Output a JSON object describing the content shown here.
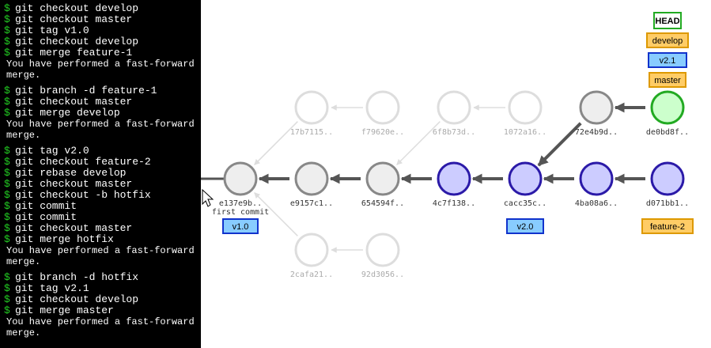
{
  "terminal": {
    "groups": [
      {
        "lines": [
          {
            "kind": "cmd",
            "text": "git checkout develop"
          },
          {
            "kind": "cmd",
            "text": "git checkout master"
          },
          {
            "kind": "cmd",
            "text": "git tag v1.0"
          },
          {
            "kind": "cmd",
            "text": "git checkout develop"
          },
          {
            "kind": "cmd",
            "text": "git merge feature-1"
          },
          {
            "kind": "out",
            "text": "You have performed a fast-forward"
          },
          {
            "kind": "out",
            "text": "merge."
          }
        ]
      },
      {
        "lines": [
          {
            "kind": "cmd",
            "text": "git branch -d feature-1"
          },
          {
            "kind": "cmd",
            "text": "git checkout master"
          },
          {
            "kind": "cmd",
            "text": "git merge develop"
          },
          {
            "kind": "out",
            "text": "You have performed a fast-forward"
          },
          {
            "kind": "out",
            "text": "merge."
          }
        ]
      },
      {
        "lines": [
          {
            "kind": "cmd",
            "text": "git tag v2.0"
          },
          {
            "kind": "cmd",
            "text": "git checkout feature-2"
          },
          {
            "kind": "cmd",
            "text": "git rebase develop"
          },
          {
            "kind": "cmd",
            "text": "git checkout master"
          },
          {
            "kind": "cmd",
            "text": "git checkout -b hotfix"
          },
          {
            "kind": "cmd",
            "text": "git commit"
          },
          {
            "kind": "cmd",
            "text": "git commit"
          },
          {
            "kind": "cmd",
            "text": "git checkout master"
          },
          {
            "kind": "cmd",
            "text": "git merge hotfix"
          },
          {
            "kind": "out",
            "text": "You have performed a fast-forward"
          },
          {
            "kind": "out",
            "text": "merge."
          }
        ]
      },
      {
        "lines": [
          {
            "kind": "cmd",
            "text": "git branch -d hotfix"
          },
          {
            "kind": "cmd",
            "text": "git tag v2.1"
          },
          {
            "kind": "cmd",
            "text": "git checkout develop"
          },
          {
            "kind": "cmd",
            "text": "git merge master"
          },
          {
            "kind": "out",
            "text": "You have performed a fast-forward"
          },
          {
            "kind": "out",
            "text": "merge."
          }
        ]
      }
    ]
  },
  "graph": {
    "colors": {
      "ghost_stroke": "#dddddd",
      "ghost_label": "#aaaaaa",
      "old_stroke": "#888888",
      "old_fill": "#eeeeee",
      "blue_stroke": "#2b1aa8",
      "blue_fill": "#ccccff",
      "green_stroke": "#22aa22",
      "green_fill": "#ccffcc",
      "arrow": "#555555",
      "tag_fill": "#88ccff",
      "tag_stroke": "#1133cc",
      "branch_fill": "#ffcc66",
      "branch_stroke": "#dd9900",
      "head_fill": "#ffffff",
      "head_stroke": "#22aa22"
    },
    "commits": [
      {
        "id": "e137e9b..",
        "style": "old",
        "message": "first commit"
      },
      {
        "id": "e9157c1..",
        "style": "old"
      },
      {
        "id": "654594f..",
        "style": "old"
      },
      {
        "id": "4c7f138..",
        "style": "blue"
      },
      {
        "id": "cacc35c..",
        "style": "blue"
      },
      {
        "id": "4ba08a6..",
        "style": "blue"
      },
      {
        "id": "d071bb1..",
        "style": "blue"
      },
      {
        "id": "72e4b9d..",
        "style": "old"
      },
      {
        "id": "de0bd8f..",
        "style": "green"
      },
      {
        "id": "17b7115..",
        "style": "ghost"
      },
      {
        "id": "f79620e..",
        "style": "ghost"
      },
      {
        "id": "6f8b73d..",
        "style": "ghost"
      },
      {
        "id": "1072a16..",
        "style": "ghost"
      },
      {
        "id": "2cafa21..",
        "style": "ghost"
      },
      {
        "id": "92d3056..",
        "style": "ghost"
      }
    ],
    "edges": [
      {
        "from": "e9157c1..",
        "to": "e137e9b..",
        "style": "strong"
      },
      {
        "from": "654594f..",
        "to": "e9157c1..",
        "style": "strong"
      },
      {
        "from": "4c7f138..",
        "to": "654594f..",
        "style": "strong"
      },
      {
        "from": "cacc35c..",
        "to": "4c7f138..",
        "style": "strong"
      },
      {
        "from": "4ba08a6..",
        "to": "cacc35c..",
        "style": "strong"
      },
      {
        "from": "d071bb1..",
        "to": "4ba08a6..",
        "style": "strong"
      },
      {
        "from": "72e4b9d..",
        "to": "cacc35c..",
        "style": "strong"
      },
      {
        "from": "de0bd8f..",
        "to": "72e4b9d..",
        "style": "strong"
      },
      {
        "from": "17b7115..",
        "to": "e137e9b..",
        "style": "ghost"
      },
      {
        "from": "f79620e..",
        "to": "17b7115..",
        "style": "ghost"
      },
      {
        "from": "6f8b73d..",
        "to": "654594f..",
        "style": "ghost"
      },
      {
        "from": "1072a16..",
        "to": "6f8b73d..",
        "style": "ghost"
      },
      {
        "from": "2cafa21..",
        "to": "e137e9b..",
        "style": "ghost"
      },
      {
        "from": "92d3056..",
        "to": "2cafa21..",
        "style": "ghost"
      }
    ],
    "refs": [
      {
        "name": "HEAD",
        "kind": "head"
      },
      {
        "name": "develop",
        "kind": "branch"
      },
      {
        "name": "v2.1",
        "kind": "tag"
      },
      {
        "name": "master",
        "kind": "branch"
      },
      {
        "name": "v1.0",
        "kind": "tag"
      },
      {
        "name": "v2.0",
        "kind": "tag"
      },
      {
        "name": "feature-2",
        "kind": "branch"
      }
    ]
  }
}
